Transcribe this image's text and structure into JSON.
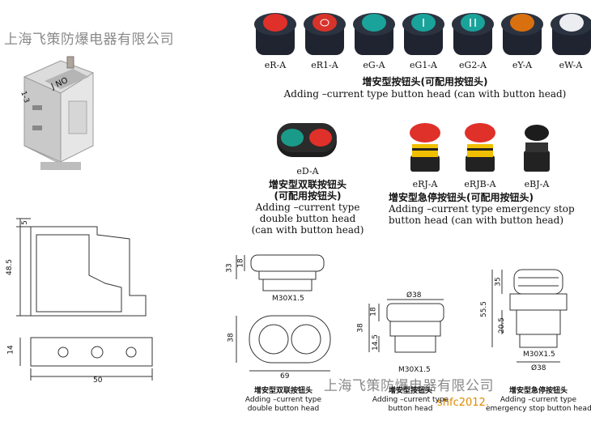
{
  "watermark_top": "上海飞策防爆电器有限公司",
  "watermark_bottom": "上海飞策防爆电器有限公司",
  "site_watermark": "shfc2012.",
  "single_buttons": {
    "labels": [
      "eR-A",
      "eR1-A",
      "eG-A",
      "eG1-A",
      "eG2-A",
      "eY-A",
      "eW-A"
    ],
    "colors": [
      "#e0302a",
      "#d8332b",
      "#1aa39a",
      "#1aa39a",
      "#1aa39a",
      "#d9700f",
      "#ecedf1"
    ],
    "caption_cn": "增安型按钮头(可配用按钮头)",
    "caption_en": "Adding –current type button head (can with button head)"
  },
  "double_button": {
    "label": "eD-A",
    "colors": [
      "#1a9b8a",
      "#e0302a"
    ],
    "caption_cn_1": "增安型双联按钮头",
    "caption_cn_2": "(可配用按钮头)",
    "caption_en_1": "Adding –current type",
    "caption_en_2": "double button head",
    "caption_en_3": "(can with button head)"
  },
  "emergency_buttons": {
    "labels": [
      "eRJ-A",
      "eRJB-A",
      "eBJ-A"
    ],
    "caption_cn": "增安型急停按钮头(可配用按钮头)",
    "caption_en_1": "Adding –current type emergency stop",
    "caption_en_2": "button head (can with button head)"
  },
  "module_text": "J NO",
  "module_text2": "1-3",
  "dims": {
    "module": {
      "d5": "5",
      "d48_5": "48.5",
      "d14": "14",
      "d50": "50"
    },
    "single_side": {
      "d33": "33",
      "d18": "18",
      "thread": "M30X1.5"
    },
    "double_front": {
      "d38": "38",
      "d69": "69"
    },
    "button": {
      "dia": "Ø38",
      "d38": "38",
      "d18": "18",
      "d14_5": "14.5",
      "thread": "M30X1.5"
    },
    "estop": {
      "d35": "35",
      "d55_5": "55.5",
      "d20_5": "20.5",
      "thread": "M30X1.5",
      "dia": "Ø38"
    }
  },
  "drawing_captions": {
    "double": {
      "cn": "增安型双联按钮头",
      "en1": "Adding –current type",
      "en2": "double button head"
    },
    "button": {
      "cn": "增安型按钮头",
      "en1": "Adding –current type",
      "en2": "button head"
    },
    "estop": {
      "cn": "增安型急停按钮头",
      "en1": "Adding –current type",
      "en2": "emergency stop button head"
    }
  }
}
